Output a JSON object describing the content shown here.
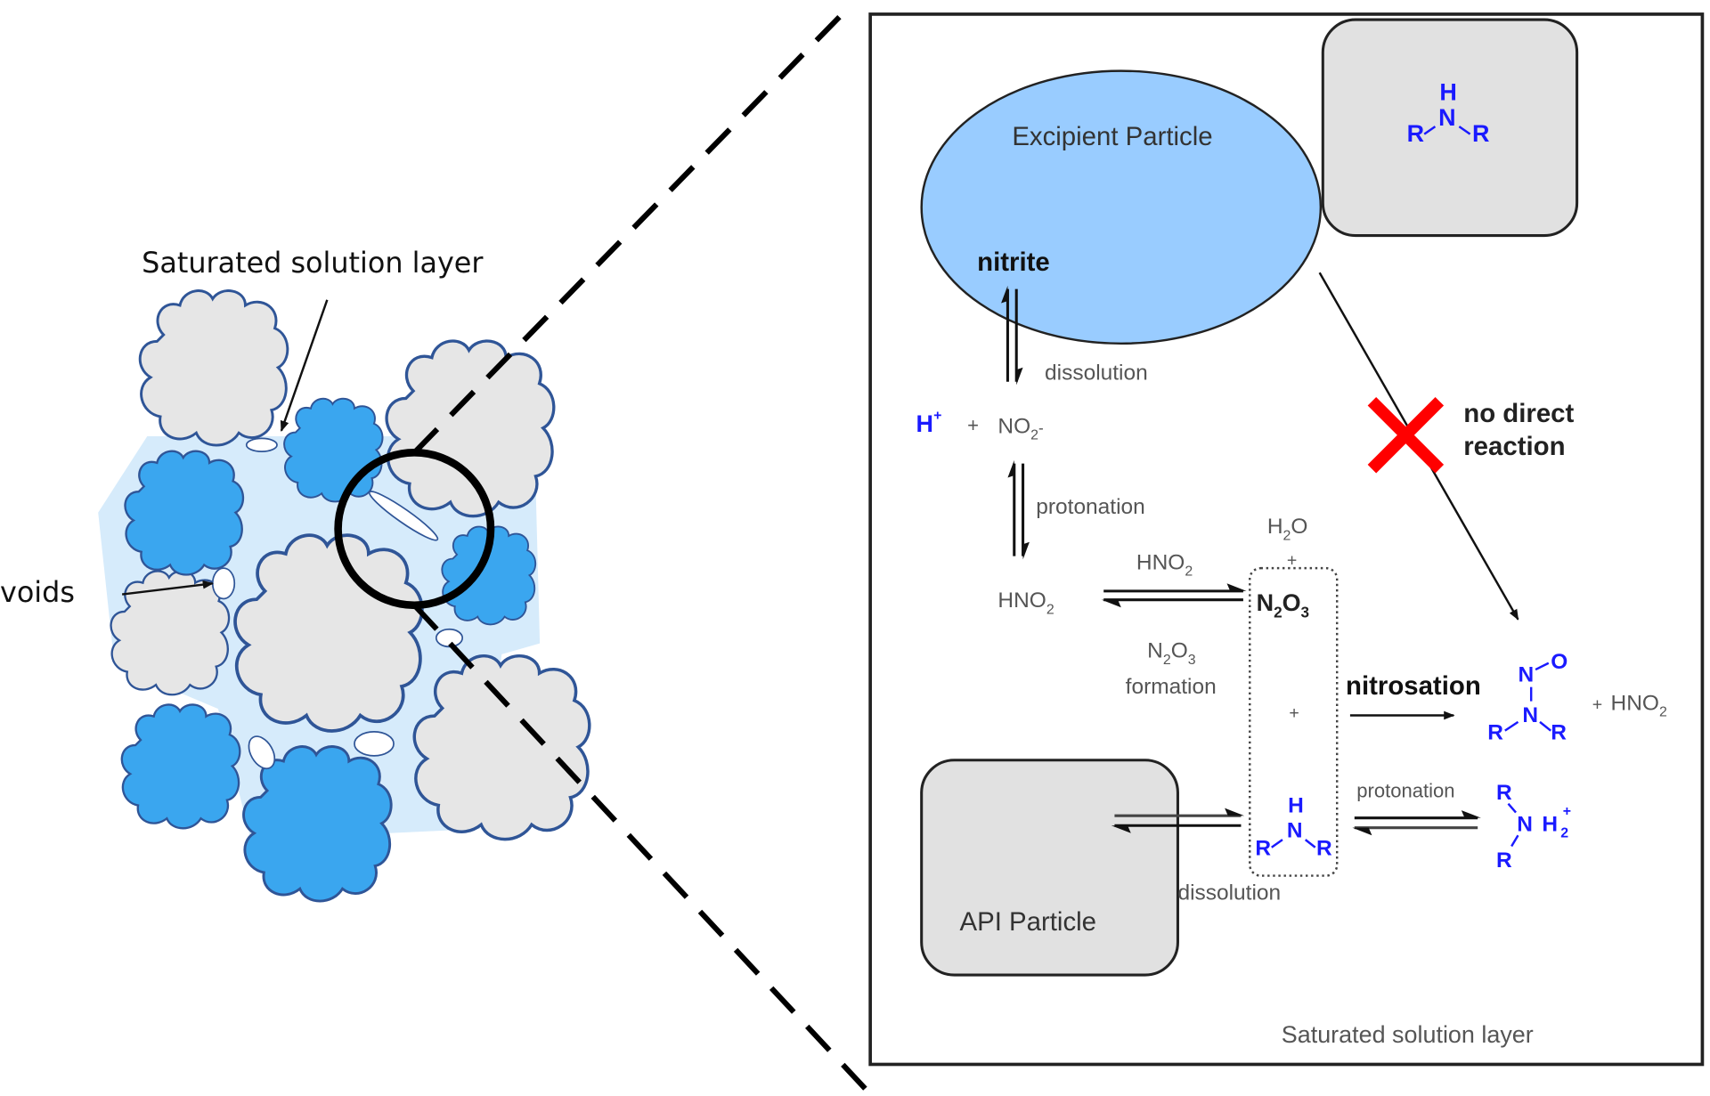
{
  "figure": {
    "left_panel": {
      "saturated_layer_label": "Saturated solution layer",
      "voids_label": "voids",
      "colors": {
        "excipient_fill": "#3aa6ef",
        "api_fill": "#e6e6e6",
        "outline": "#2f5597",
        "solution_layer": "#d6ebfb"
      }
    },
    "right_panel": {
      "excipient_particle_label": "Excipient Particle",
      "nitrite_label": "nitrite",
      "dissolution_top_label": "dissolution",
      "h_plus": "H",
      "h_plus_charge": "+",
      "plus_sign": "+",
      "nitrite_ion_main": "NO",
      "nitrite_ion_sub": "2",
      "nitrite_ion_charge": "-",
      "protonation_label_1": "protonation",
      "hno2_main": "HNO",
      "hno2_sub": "2",
      "hno2_arrow_label_main": "HNO",
      "hno2_arrow_label_sub": "2",
      "n2o3_formation_formula": {
        "n": "N",
        "n_sub": "2",
        "o": "O",
        "o_sub": "3"
      },
      "n2o3_formation_label": "formation",
      "h2o": {
        "h": "H",
        "sub": "2",
        "o": "O"
      },
      "n2o3_product": {
        "n": "N",
        "n_sub": "2",
        "o": "O",
        "o_sub": "3"
      },
      "nitrosation_label": "nitrosation",
      "nitrosamine_product": {
        "n_top": "N",
        "o": "O",
        "n_center": "N",
        "r_left": "R",
        "r_right": "R"
      },
      "hno2_byproduct_main": "HNO",
      "hno2_byproduct_sub": "2",
      "no_direct_reaction_line1": "no direct",
      "no_direct_reaction_line2": "reaction",
      "amine_top": {
        "h": "H",
        "n": "N",
        "r_left": "R",
        "r_right": "R"
      },
      "amine_solution": {
        "h": "H",
        "n": "N",
        "r_left": "R",
        "r_right": "R"
      },
      "protonation_label_2": "protonation",
      "ammonium": {
        "r_top": "R",
        "n": "N",
        "h": "H",
        "h_sub": "2",
        "charge": "+",
        "r_bottom": "R"
      },
      "api_particle_label": "API Particle",
      "dissolution_bottom_label": "dissolution",
      "saturated_layer_label": "Saturated solution layer",
      "colors": {
        "excipient_ellipse": "#99ccff",
        "api_box": "#e1e1e1",
        "chemistry_blue": "#1a1aff",
        "cross_red": "#ff0000"
      }
    }
  }
}
